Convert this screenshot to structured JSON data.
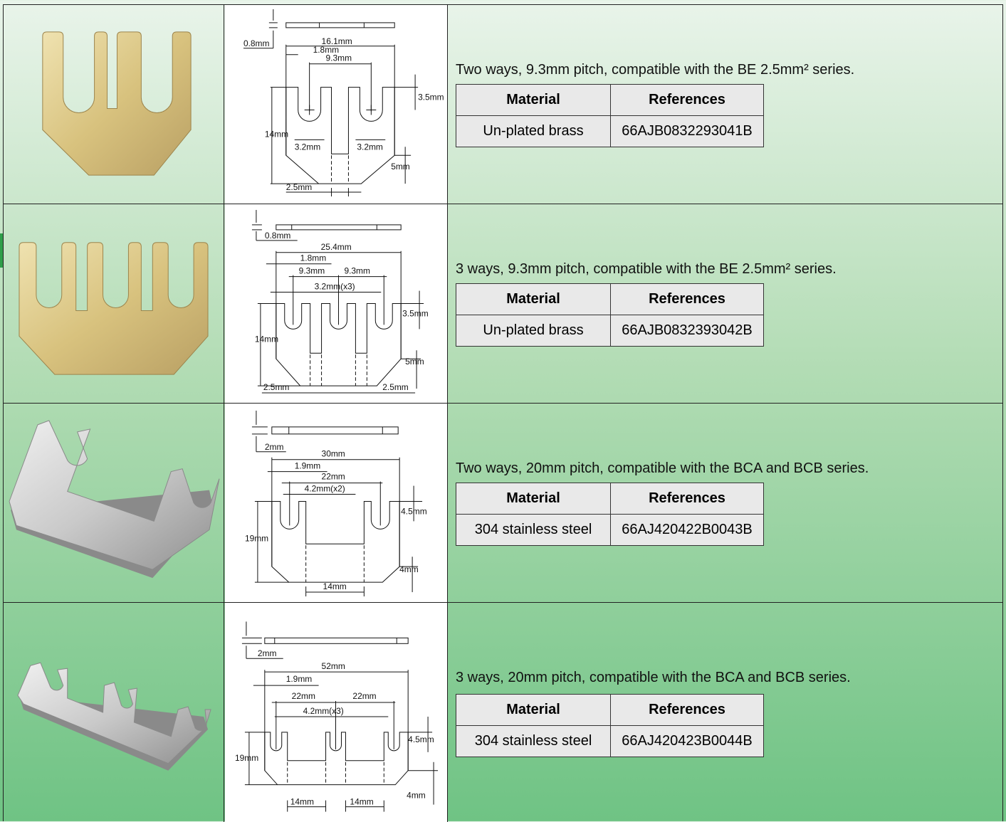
{
  "colors": {
    "brass_light": "#e8d9a4",
    "brass_dark": "#b9a064",
    "steel_light": "#dcdcdc",
    "steel_dark": "#8f8f8f",
    "table_fill": "#e9e9e9",
    "accent_green": "#2f9e4a"
  },
  "table_headers": {
    "material": "Material",
    "references": "References"
  },
  "products": [
    {
      "description": "Two ways, 9.3mm pitch, compatible with the BE 2.5mm² series.",
      "material": "Un-plated brass",
      "reference": "66AJB0832293041B",
      "photo": "brass-two-way-bridge-photo",
      "dims": {
        "thickness": "0.8mm",
        "width": "16.1mm",
        "slot": "1.8mm",
        "pitch": "9.3mm",
        "hole_depth": "3.5mm",
        "height": "14mm",
        "hole_left": "3.2mm",
        "hole_right": "3.2mm",
        "bevel": "5mm",
        "foot": "2.5mm"
      }
    },
    {
      "description": "3 ways, 9.3mm pitch, compatible with the BE 2.5mm² series.",
      "material": "Un-plated brass",
      "reference": "66AJB0832393042B",
      "photo": "brass-three-way-bridge-photo",
      "dims": {
        "thickness": "0.8mm",
        "width": "25.4mm",
        "slot": "1.8mm",
        "pitch_a": "9.3mm",
        "pitch_b": "9.3mm",
        "hole": "3.2mm(x3)",
        "hole_depth": "3.5mm",
        "height": "14mm",
        "bevel": "5mm",
        "foot_left": "2.5mm",
        "foot_right": "2.5mm"
      }
    },
    {
      "description": "Two ways, 20mm pitch, compatible with the BCA and BCB series.",
      "material": "304 stainless steel",
      "reference": "66AJ420422B0043B",
      "photo": "steel-two-way-bridge-photo",
      "dims": {
        "thickness": "2mm",
        "width": "30mm",
        "slot": "1.9mm",
        "pitch": "22mm",
        "hole": "4.2mm(x2)",
        "hole_depth": "4.5mm",
        "height": "19mm",
        "bevel": "4mm",
        "gap": "14mm"
      }
    },
    {
      "description": "3 ways, 20mm pitch, compatible with the BCA and BCB series.",
      "material": "304 stainless steel",
      "reference": "66AJ420423B0044B",
      "photo": "steel-three-way-bridge-photo",
      "dims": {
        "thickness": "2mm",
        "width": "52mm",
        "slot": "1.9mm",
        "pitch_a": "22mm",
        "pitch_b": "22mm",
        "hole": "4.2mm(x3)",
        "hole_depth": "4.5mm",
        "height": "19mm",
        "bevel": "4mm",
        "gap_a": "14mm",
        "gap_b": "14mm"
      }
    }
  ]
}
